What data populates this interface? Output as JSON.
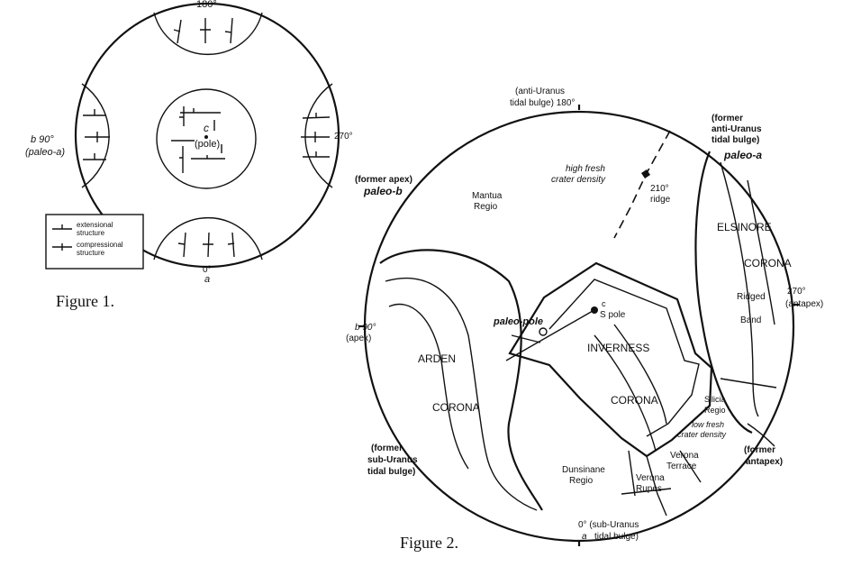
{
  "figure1": {
    "caption": "Figure 1.",
    "label_top": "180°",
    "label_right": "270°",
    "label_left_main": "b 90°",
    "label_left_sub": "(paleo-a)",
    "label_bottom_deg": "0°",
    "label_bottom_axis": "a",
    "center_c": "c",
    "center_pole": "(pole)",
    "legend": {
      "extensional": [
        "extensional",
        "structure"
      ],
      "compressional": [
        "compressional",
        "structure"
      ]
    }
  },
  "figure2": {
    "caption": "Figure 2.",
    "top_label": [
      "(anti-Uranus",
      "tidal bulge) 180°"
    ],
    "former_anti": [
      "(former",
      "anti-Uranus",
      "tidal bulge)"
    ],
    "paleo_a": "paleo-a",
    "former_apex": "(former apex)",
    "paleo_b": "paleo-b",
    "high_fresh": [
      "high fresh",
      "crater density"
    ],
    "ridge_210": [
      "210°",
      "ridge"
    ],
    "mantua": [
      "Mantua",
      "Regio"
    ],
    "elsinore": "ELSINORE",
    "corona_right": "CORONA",
    "label_270": "270°",
    "antapex": "(antapex)",
    "ridged": [
      "Ridged",
      "Band"
    ],
    "c_label": "c",
    "s_pole": "S pole",
    "paleo_pole": "paleo-pole",
    "b90": "b 90°",
    "apex": "(apex)",
    "arden": "ARDEN",
    "corona_left": "CORONA",
    "inverness": "INVERNESS",
    "corona_center": "CORONA",
    "silicia": [
      "Silicia",
      "Regio"
    ],
    "low_fresh": [
      "low fresh",
      "crater density"
    ],
    "former_antapex": [
      "(former",
      "antapex)"
    ],
    "former_sub": [
      "(former",
      "sub-Uranus",
      "tidal bulge)"
    ],
    "dunsinane": [
      "Dunsinane",
      "Regio"
    ],
    "verona_rupes": [
      "Verona",
      "Rupes"
    ],
    "verona_terrace": [
      "Verona",
      "Terrace"
    ],
    "bottom_label": "0° (sub-Uranus",
    "bottom_label2_a": "a",
    "bottom_label2_rest": "tidal bulge)"
  }
}
